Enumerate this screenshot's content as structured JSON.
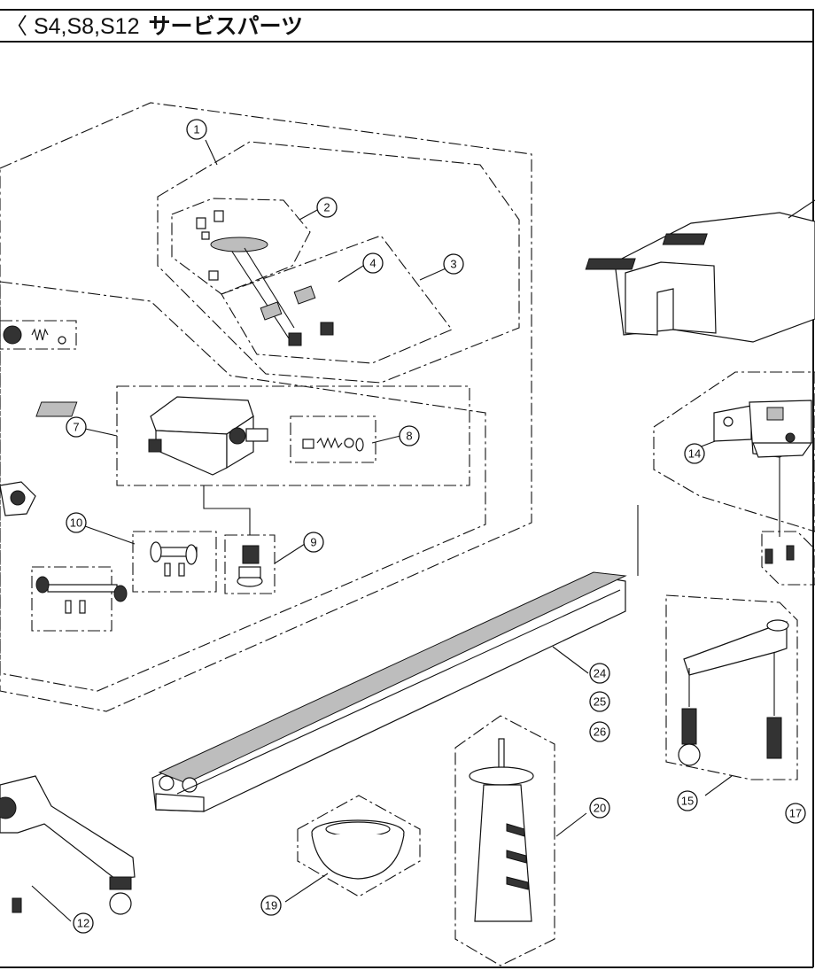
{
  "header": {
    "model_text": "〈 S4,S8,S12",
    "title": "サービスパーツ"
  },
  "callouts": [
    {
      "label": "1"
    },
    {
      "label": "2"
    },
    {
      "label": "3"
    },
    {
      "label": "4"
    },
    {
      "label": "7"
    },
    {
      "label": "8"
    },
    {
      "label": "9"
    },
    {
      "label": "10"
    },
    {
      "label": "12"
    },
    {
      "label": "14"
    },
    {
      "label": "15"
    },
    {
      "label": "17"
    },
    {
      "label": "19"
    },
    {
      "label": "20"
    },
    {
      "label": "24"
    },
    {
      "label": "25"
    },
    {
      "label": "26"
    }
  ]
}
